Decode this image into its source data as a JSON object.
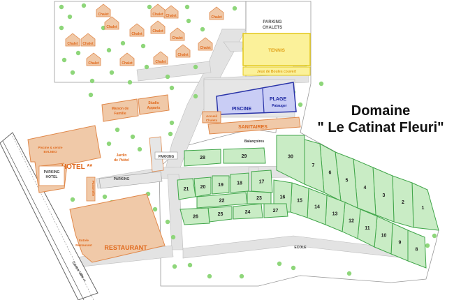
{
  "title": {
    "line1": "Domaine",
    "line2": "\" Le Catinat Fleuri\""
  },
  "colors": {
    "plot_fill": "#c9ecc5",
    "plot_stroke": "#41a64a",
    "building_fill": "#f0c9a8",
    "building_stroke": "#e0884a",
    "building_text": "#e06a1e",
    "tennis_fill": "#fbf19a",
    "tennis_stroke": "#e3c81a",
    "pool_fill": "#c9cdf5",
    "pool_stroke": "#2a34a8",
    "pool_text": "#1b25a0",
    "road": "#e2e2e2",
    "tree": "#8ed67a"
  },
  "labels": {
    "parking_chalets_1": "PARKING",
    "parking_chalets_2": "CHALETS",
    "tennis": "TENNIS",
    "jeux_boules": "Jeux de Boules couvert",
    "maison_1": "Maison de",
    "maison_2": "Famille",
    "studio_1": "Studio",
    "studio_2": "Apparts",
    "piscine": "PISCINE",
    "plage_1": "PLAGE",
    "plage_2": "Patauger",
    "accueil_1": "Accueil",
    "accueil_2": "Chalets",
    "sanitaires": "SANITAIRES",
    "balancoires": "Balançoires",
    "piscine_couvert_1": "Piscine & centre",
    "piscine_couvert_2": "BALNEO",
    "hotel": "HOTEL **",
    "parking_hotel_1": "PARKING",
    "parking_hotel_2": "HOTEL",
    "jardin_1": "Jardin",
    "jardin_2": "de l'hôtel",
    "parking_mid": "PARKING",
    "parking_low": "PARKING",
    "passerelle": "Passerelle",
    "entree_1": "Entrée",
    "entree_2": "Restaurant",
    "restaurant": "RESTAURANT",
    "ecole": "ECOLE",
    "centre_ville": "Centre Ville ->"
  },
  "chalet_label": "Chalet",
  "chalet_count": 15,
  "plots": [
    "1",
    "2",
    "3",
    "4",
    "5",
    "6",
    "7",
    "8",
    "9",
    "10",
    "11",
    "12",
    "13",
    "14",
    "15",
    "16",
    "17",
    "18",
    "19",
    "20",
    "21",
    "22",
    "23",
    "24",
    "25",
    "26",
    "27",
    "28",
    "29",
    "30"
  ]
}
